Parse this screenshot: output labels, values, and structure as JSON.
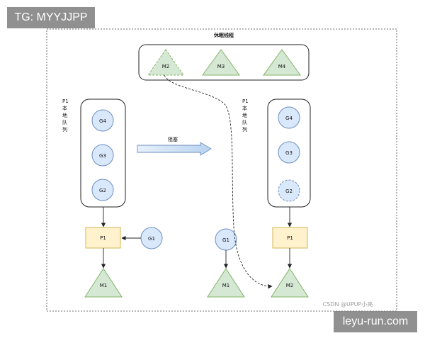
{
  "watermarks": {
    "top_left": "TG: MYYJJPP",
    "bottom_right": "leyu-run.com",
    "csdn": "CSDN @UPUP小亮"
  },
  "sleep_group": {
    "title": "休眠线程",
    "threads": [
      "M2",
      "M3",
      "M4"
    ]
  },
  "left": {
    "queue_label": "P1\n本\n地\n队\n列",
    "queue": [
      "G4",
      "G3",
      "G2"
    ],
    "processor": "P1",
    "machine": "M1",
    "incoming": "G1"
  },
  "middle": {
    "goroutine": "G1",
    "machine": "M1"
  },
  "right": {
    "queue_label": "P1\n本\n地\n队\n列",
    "queue": [
      "G4",
      "G3",
      "G2"
    ],
    "processor": "P1",
    "machine": "M2"
  },
  "block_arrow_label": "阻塞",
  "colors": {
    "goroutine_fill": "#dae8fc",
    "goroutine_stroke": "#6c8ebf",
    "processor_fill": "#fff2cc",
    "processor_stroke": "#d6b656",
    "machine_fill": "#d5e8d4",
    "machine_stroke": "#82b366",
    "arrow": "#222222"
  }
}
